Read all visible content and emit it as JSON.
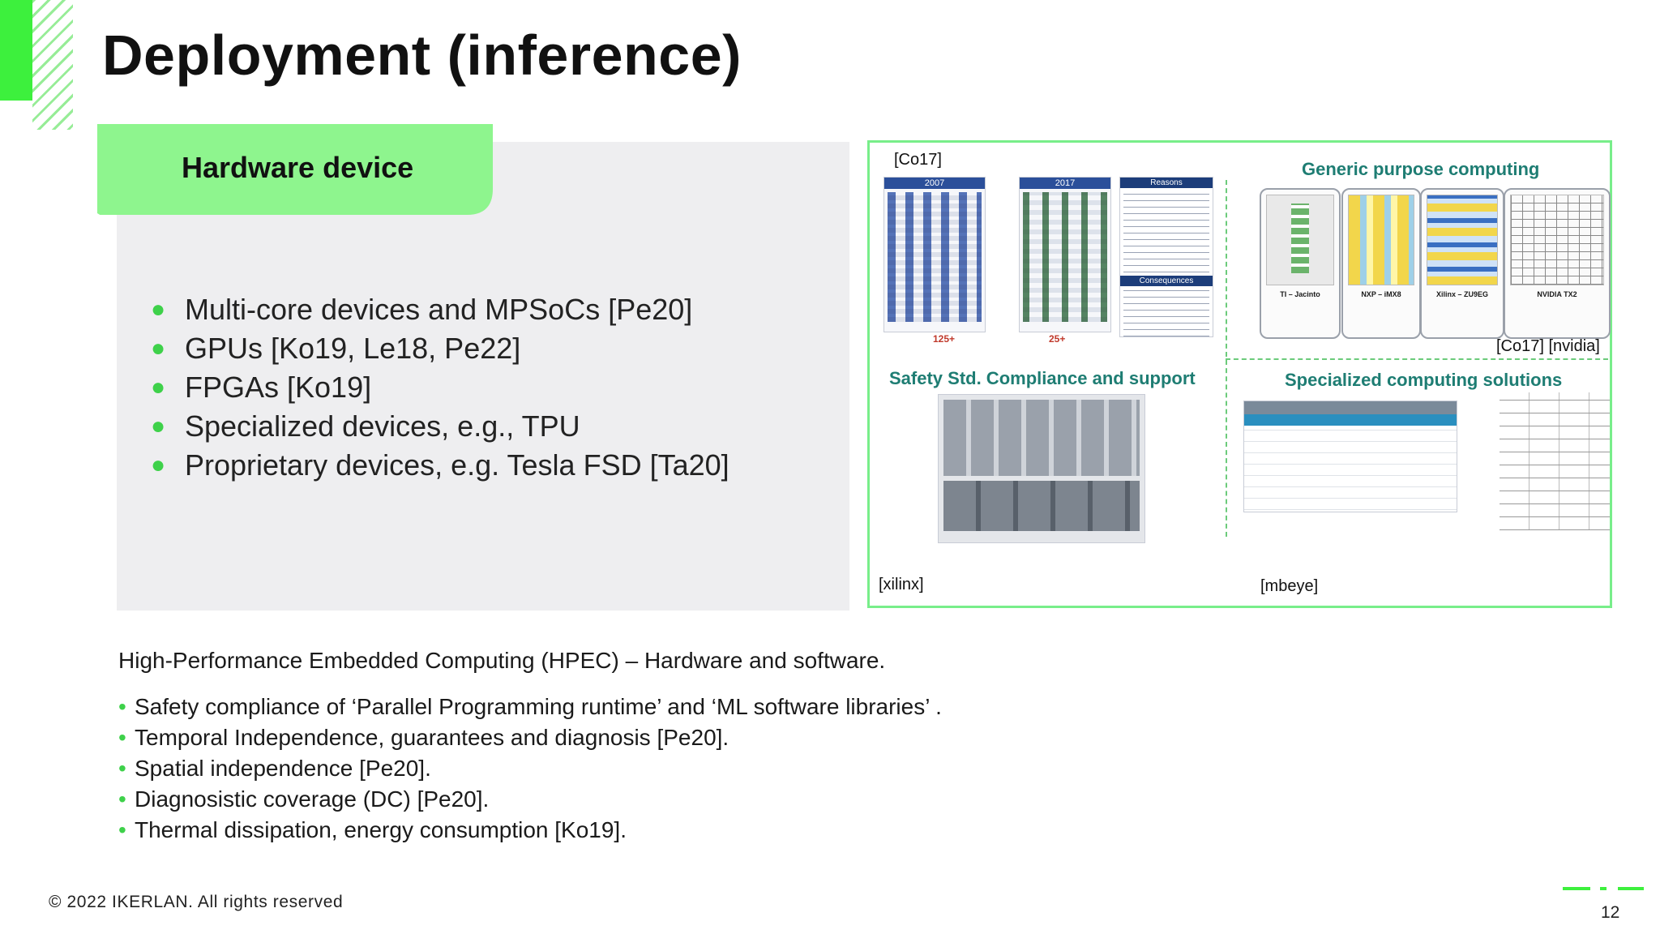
{
  "slide": {
    "title": "Deployment (inference)",
    "page_number": "12",
    "copyright": "© 2022 IKERLAN. All rights reserved"
  },
  "hardware": {
    "tab_label": "Hardware device",
    "items": [
      "Multi-core devices and MPSoCs [Pe20]",
      "GPUs [Ko19, Le18, Pe22]",
      "FPGAs [Ko19]",
      "Specialized devices, e.g., TPU",
      "Proprietary devices, e.g. Tesla FSD [Ta20]"
    ]
  },
  "figures": {
    "cite_co17": "[Co17]",
    "generic_title": "Generic purpose computing",
    "cite_co17_nvidia": "[Co17] [nvidia]",
    "safety_title": "Safety Std. Compliance and support",
    "specialized_title": "Specialized computing solutions",
    "cite_xilinx": "[xilinx]",
    "cite_mbeye": "[mbeye]",
    "co17_chart": {
      "year_a": "2007",
      "year_b": "2017",
      "count_a": "125+",
      "count_b": "25+",
      "reasons_label": "Reasons",
      "consequences_label": "Consequences"
    },
    "chips": [
      "TI – Jacinto",
      "NXP – iMX8",
      "Xilinx – ZU9EG",
      "NVIDIA TX2"
    ]
  },
  "hpec": {
    "heading": "High-Performance Embedded Computing (HPEC) – Hardware and software.",
    "items": [
      "Safety compliance of ‘Parallel Programming runtime’ and ‘ML software libraries’ .",
      "Temporal Independence, guarantees and diagnosis [Pe20].",
      "Spatial independence [Pe20].",
      "Diagnosistic coverage (DC) [Pe20].",
      "Thermal dissipation, energy consumption [Ko19]."
    ]
  },
  "colors": {
    "accent_green": "#3df03d",
    "banner_green": "#8ef58e",
    "teal_title": "#1e7d73",
    "panel_gray": "#eeeef0"
  }
}
